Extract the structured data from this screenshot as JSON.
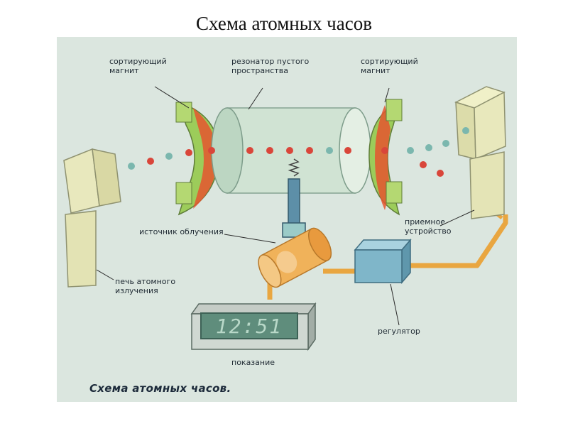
{
  "title": "Схема атомных часов",
  "labels": {
    "magnet_left": "сортирующий\nмагнит",
    "resonator": "резонатор пустого\nпространства",
    "magnet_right": "сортирующий\nмагнит",
    "receiver": "приемное\nустройство",
    "radiation_source": "источник облучения",
    "oven": "печь атомного\nизлучения",
    "regulator": "регулятор",
    "display": "показание"
  },
  "display_reading": "12:51",
  "caption": "Схема атомных часов.",
  "colors": {
    "background": "#dbe6df",
    "block": "#e6e6b8",
    "magnet_green": "#9ccc5a",
    "magnet_red": "#e5552f",
    "resonator": "#cfe3d2",
    "pipe": "#e9a640",
    "regulator": "#7fb6c9",
    "atom_red": "#d9463a",
    "atom_teal": "#7bb7ae"
  }
}
